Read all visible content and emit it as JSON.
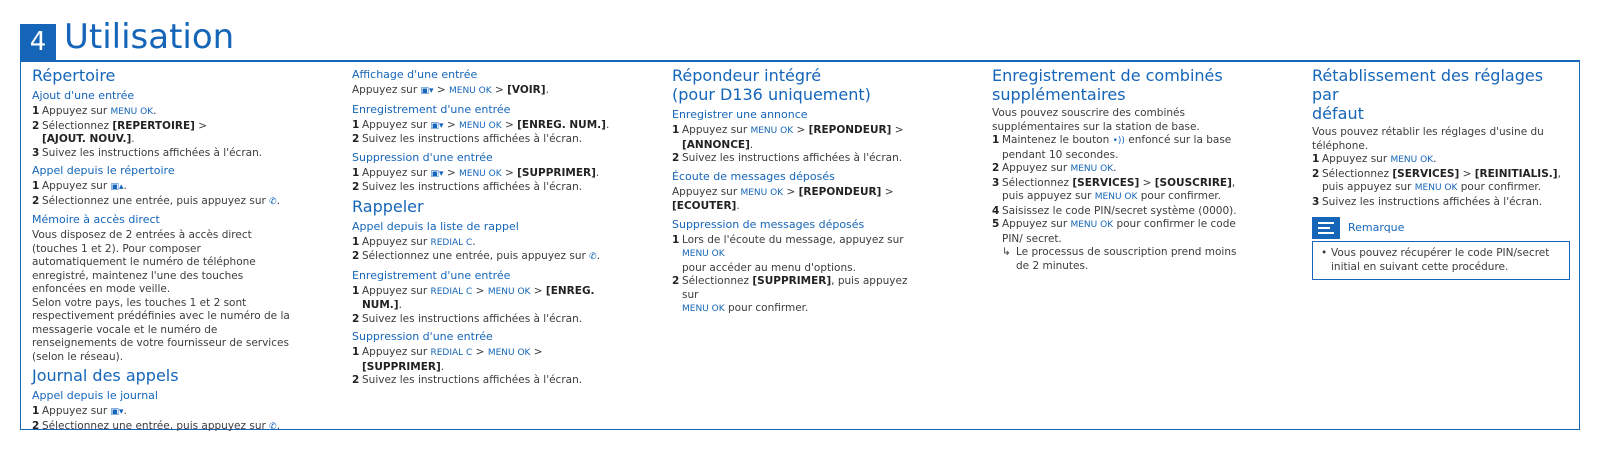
{
  "chapter": {
    "number": "4",
    "title": "Utilisation"
  },
  "icons": {
    "menu_ok": "MENU OK",
    "phonebook": "▣▾",
    "phonebook_up": "▣▴",
    "redial": "REDIAL C",
    "call": "✆",
    "intercom": "•))"
  },
  "col1": {
    "repertoire_title": "Répertoire",
    "ajout_title": "Ajout d'une entrée",
    "ajout_s1": "Appuyez sur",
    "ajout_s2a": "Sélectionnez",
    "ajout_s2b": "[REPERTOIRE]",
    "ajout_s2c": ">",
    "ajout_s2d": "[AJOUT. NOUV.]",
    "ajout_s3": "Suivez les instructions affichées à l'écran.",
    "appel_rep_title": "Appel depuis le répertoire",
    "appel_rep_s1": "Appuyez sur",
    "appel_rep_s2": "Sélectionnez une entrée, puis appuyez sur",
    "memoire_title": "Mémoire à accès direct",
    "memoire_text1": "Vous disposez de 2 entrées à accès direct (touches 1 et 2). Pour composer automatiquement le numéro de téléphone enregistré, maintenez l'une des touches enfoncées en mode veille.",
    "memoire_text2": "Selon votre pays, les touches 1 et 2 sont respectivement prédéfinies avec le numéro de la messagerie vocale et le numéro de renseignements de votre fournisseur de services (selon le réseau).",
    "journal_title": "Journal des appels",
    "journal_sub": "Appel depuis le journal",
    "journal_s1": "Appuyez sur",
    "journal_s2": "Sélectionnez une entrée, puis appuyez sur"
  },
  "col2": {
    "affichage_title": "Affichage d'une entrée",
    "affichage_text": "Appuyez sur",
    "voir": "[VOIR]",
    "enreg_title": "Enregistrement d'une entrée",
    "enreg_s1": "Appuyez sur",
    "enreg_num": "[ENREG. NUM.]",
    "enreg_s2": "Suivez les instructions affichées à l'écran.",
    "suppr_title": "Suppression d'une entrée",
    "suppr_s1": "Appuyez sur",
    "supprimer": "[SUPPRIMER]",
    "suppr_s2": "Suivez les instructions affichées à l'écran.",
    "rappeler_title": "Rappeler",
    "rappel_sub": "Appel depuis la liste de rappel",
    "rappel_s1": "Appuyez sur",
    "rappel_s2": "Sélectionnez une entrée, puis appuyez sur",
    "enreg2_title": "Enregistrement d'une entrée",
    "enreg2_s1": "Appuyez sur",
    "enreg2_num": "[ENREG. NUM.]",
    "enreg2_s2": "Suivez les instructions affichées à l'écran.",
    "suppr2_title": "Suppression d'une entrée",
    "suppr2_s1": "Appuyez sur",
    "supprimer2": "[SUPPRIMER]",
    "suppr2_s2": "Suivez les instructions affichées à l'écran."
  },
  "col3": {
    "title_l1": "Répondeur intégré",
    "title_l2": "(pour D136 uniquement)",
    "annonce_title": "Enregistrer une annonce",
    "annonce_s1": "Appuyez sur",
    "repondeur": "[REPONDEUR]",
    "annonce": "[ANNONCE]",
    "annonce_s2": "Suivez les instructions affichées à l'écran.",
    "ecoute_title": "Écoute de messages déposés",
    "ecoute_text": "Appuyez sur",
    "repondeur2": "[REPONDEUR]",
    "ecouter": "[ECOUTER]",
    "suppr_title": "Suppression de messages déposés",
    "suppr_s1a": "Lors de l'écoute du message, appuyez sur",
    "suppr_s1b": "pour accéder au menu d'options.",
    "suppr_s2a": "Sélectionnez",
    "supprimer": "[SUPPRIMER]",
    "suppr_s2b": ", puis appuyez sur",
    "suppr_s2c": "pour confirmer."
  },
  "col4": {
    "title_l1": "Enregistrement de combinés",
    "title_l2": "supplémentaires",
    "intro": "Vous pouvez souscrire des combinés supplémentaires sur la station de base.",
    "s1a": "Maintenez le bouton",
    "s1b": "enfoncé sur la base pendant 10 secondes.",
    "s2": "Appuyez sur",
    "s3a": "Sélectionnez",
    "services": "[SERVICES]",
    "souscrire": "[SOUSCRIRE]",
    "s3b": "puis appuyez sur",
    "s3c": "pour confirmer.",
    "s4": "Saisissez le code PIN/secret système (0000).",
    "s5a": "Appuyez sur",
    "s5b": "pour confirmer le code PIN/ secret.",
    "result": "Le processus de souscription prend moins de 2 minutes."
  },
  "col5": {
    "title_l1": "Rétablissement des réglages par",
    "title_l2": "défaut",
    "intro": "Vous pouvez rétablir les réglages d'usine du téléphone.",
    "s1": "Appuyez sur",
    "s2a": "Sélectionnez",
    "services": "[SERVICES]",
    "reinit": "[REINITIALIS.]",
    "s2b": "puis appuyez sur",
    "s2c": "pour confirmer.",
    "s3": "Suivez les instructions affichées à l'écran.",
    "note_label": "Remarque",
    "note_text": "Vous pouvez récupérer le code PIN/secret initial en suivant cette procédure."
  }
}
